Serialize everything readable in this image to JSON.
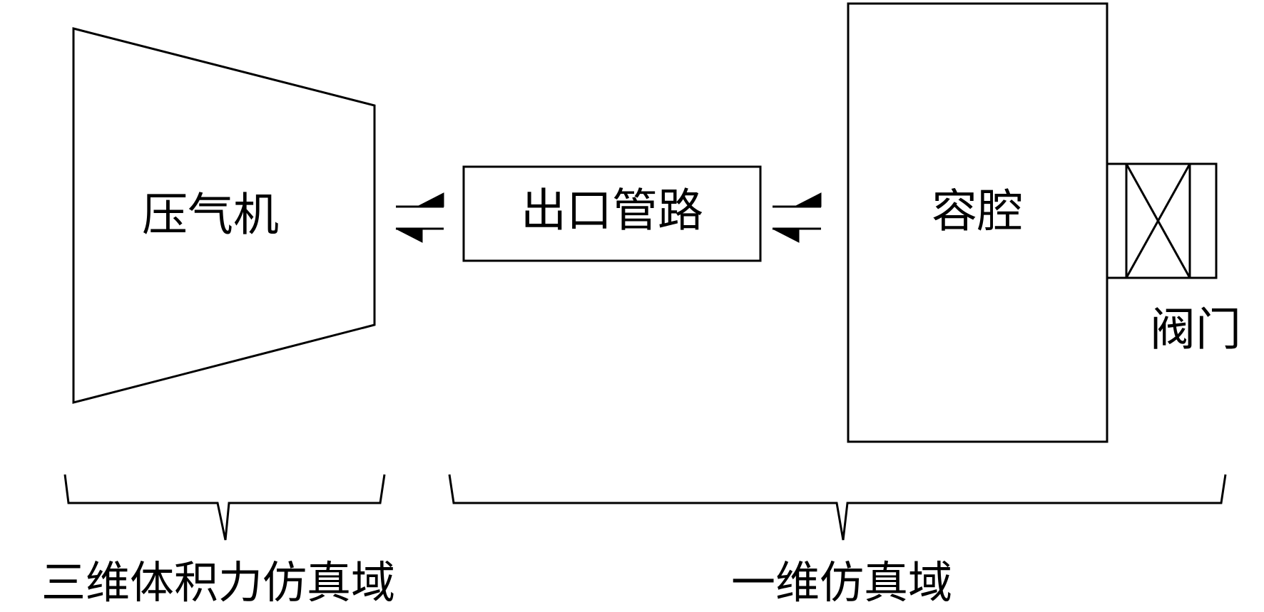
{
  "blocks": {
    "compressor": "压气机",
    "outlet_pipe": "出口管路",
    "cavity": "容腔",
    "valve": "阀门"
  },
  "domains": {
    "three_d": "三维体积力仿真域",
    "one_d": "一维仿真域"
  },
  "icons": {
    "coupling_arrow": "bidirectional-exchange-arrows-icon",
    "valve_symbol": "valve-cross-box-icon",
    "brace": "curly-brace-icon"
  },
  "colors": {
    "stroke": "#000000",
    "background": "#ffffff"
  }
}
